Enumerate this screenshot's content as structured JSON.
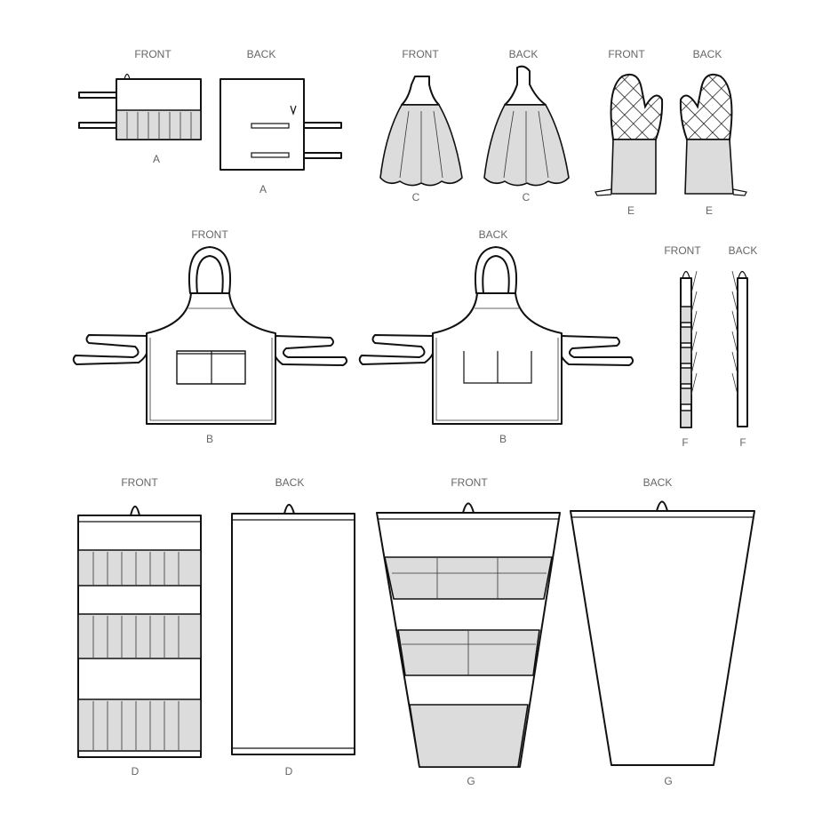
{
  "views": {
    "a_front": {
      "caption": "FRONT",
      "letter": "A"
    },
    "a_back": {
      "caption": "BACK",
      "letter": "A"
    },
    "c_front": {
      "caption": "FRONT",
      "letter": "C"
    },
    "c_back": {
      "caption": "BACK",
      "letter": "C"
    },
    "e_front": {
      "caption": "FRONT",
      "letter": "E"
    },
    "e_back": {
      "caption": "BACK",
      "letter": "E"
    },
    "b_front": {
      "caption": "FRONT",
      "letter": "B"
    },
    "b_back": {
      "caption": "BACK",
      "letter": "B"
    },
    "f_front": {
      "caption": "FRONT",
      "letter": "F"
    },
    "f_back": {
      "caption": "BACK",
      "letter": "F"
    },
    "d_front": {
      "caption": "FRONT",
      "letter": "D"
    },
    "d_back": {
      "caption": "BACK",
      "letter": "D"
    },
    "g_front": {
      "caption": "FRONT",
      "letter": "G"
    },
    "g_back": {
      "caption": "BACK",
      "letter": "G"
    }
  },
  "colors": {
    "fabric_fill": "#dcdcdc",
    "outline": "#111111",
    "label": "#666666"
  }
}
